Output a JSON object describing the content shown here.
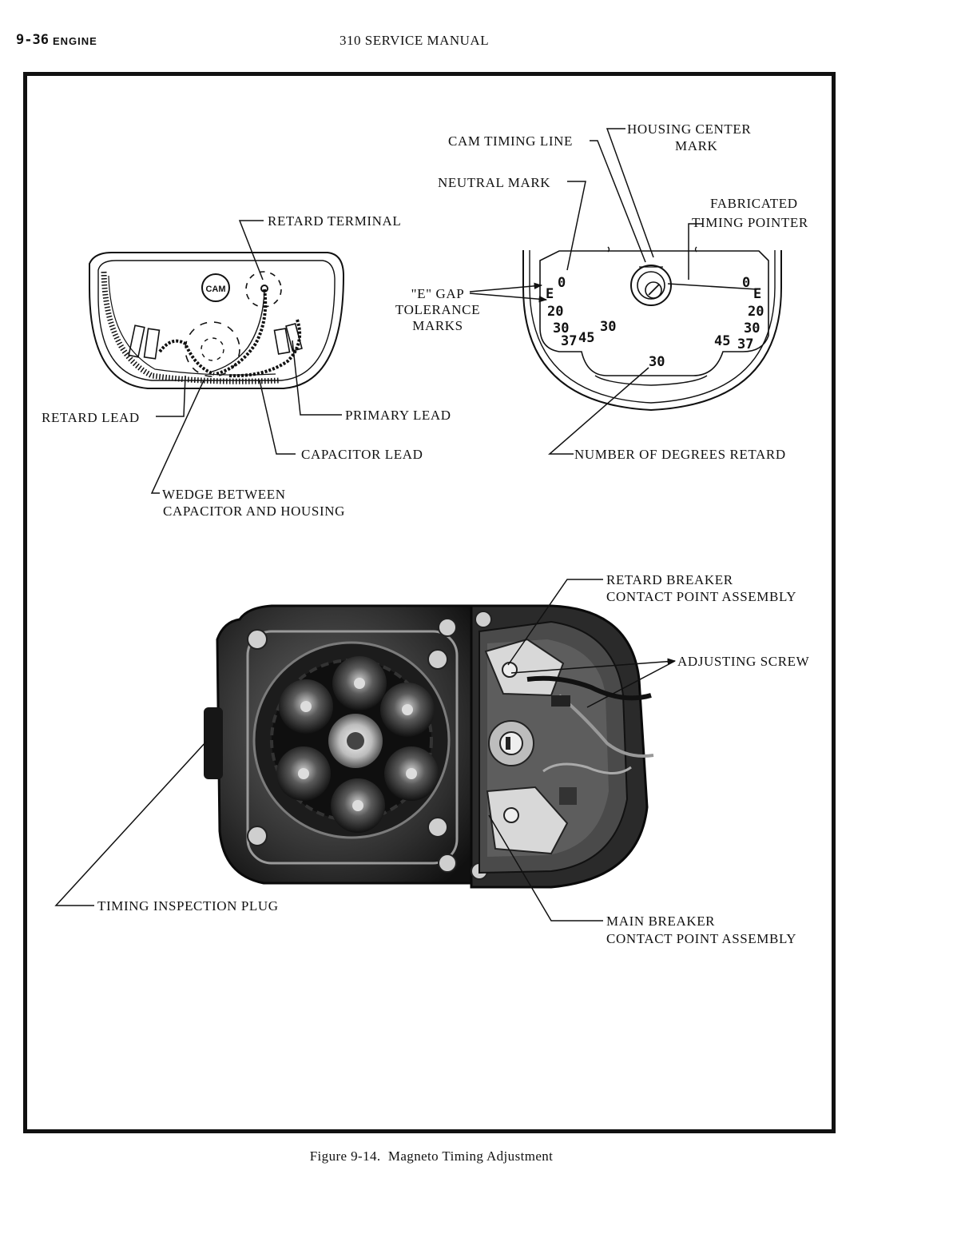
{
  "header": {
    "page_number": "9-36",
    "section": "ENGINE",
    "title": "310 SERVICE MANUAL"
  },
  "diagram_left": {
    "cam_label": "CAM",
    "retard_terminal": "RETARD TERMINAL",
    "retard_lead": "RETARD LEAD",
    "primary_lead": "PRIMARY LEAD",
    "capacitor_lead": "CAPACITOR LEAD",
    "wedge_line1": "WEDGE BETWEEN",
    "wedge_line2": "CAPACITOR AND HOUSING"
  },
  "diagram_right": {
    "cam_timing_line": "CAM TIMING LINE",
    "housing_center_line1": "HOUSING CENTER",
    "housing_center_line2": "MARK",
    "neutral_mark": "NEUTRAL MARK",
    "fabricated_line1": "FABRICATED",
    "fabricated_line2": "TIMING POINTER",
    "e_gap_line1": "\"E\" GAP",
    "e_gap_line2": "TOLERANCE",
    "e_gap_line3": "MARKS",
    "number_of_degrees_retard": "NUMBER OF DEGREES RETARD",
    "dial_marks": {
      "left_0": "0",
      "left_e": "E",
      "left_20": "20",
      "left_30": "30",
      "left_37": "37",
      "left_45": "45",
      "inner_30": "30",
      "bottom_30": "30",
      "right_0": "0",
      "right_e": "E",
      "right_20": "20",
      "right_30": "30",
      "right_37": "37",
      "right_45": "45"
    }
  },
  "photo_labels": {
    "retard_breaker_line1": "RETARD BREAKER",
    "retard_breaker_line2": "CONTACT POINT ASSEMBLY",
    "adjusting_screw": "ADJUSTING SCREW",
    "timing_inspection_plug": "TIMING INSPECTION PLUG",
    "main_breaker_line1": "MAIN BREAKER",
    "main_breaker_line2": "CONTACT POINT ASSEMBLY"
  },
  "caption": "Figure 9-14.  Magneto Timing Adjustment"
}
